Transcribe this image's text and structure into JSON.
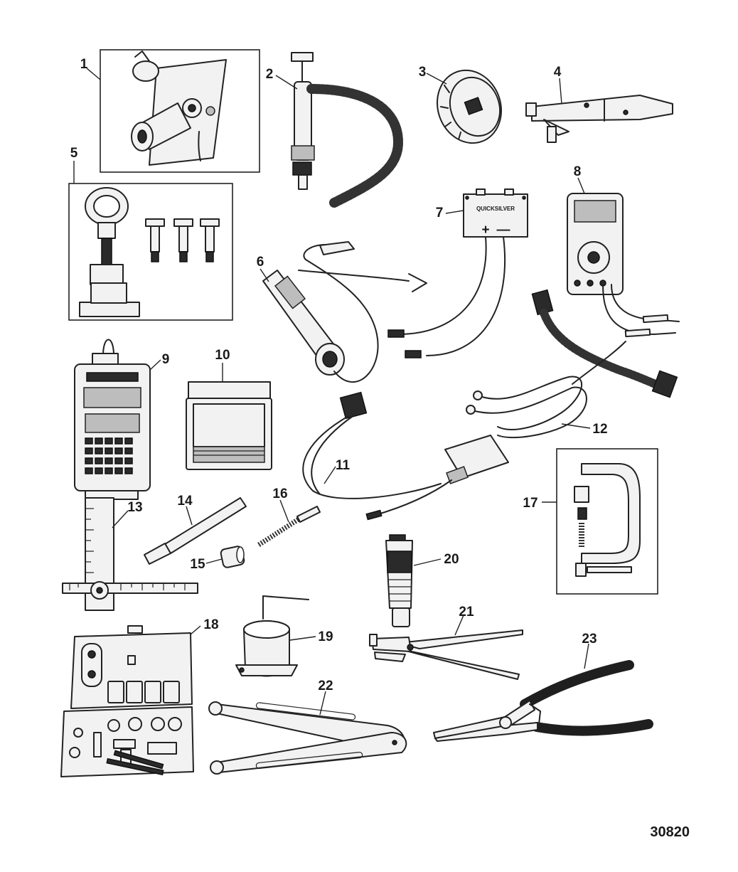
{
  "figure_number": "30820",
  "callouts": [
    {
      "id": "1",
      "text": "1"
    },
    {
      "id": "2",
      "text": "2"
    },
    {
      "id": "3",
      "text": "3"
    },
    {
      "id": "4",
      "text": "4"
    },
    {
      "id": "5",
      "text": "5"
    },
    {
      "id": "6",
      "text": "6"
    },
    {
      "id": "7",
      "text": "7"
    },
    {
      "id": "8",
      "text": "8"
    },
    {
      "id": "9",
      "text": "9"
    },
    {
      "id": "10",
      "text": "10"
    },
    {
      "id": "11",
      "text": "11"
    },
    {
      "id": "12",
      "text": "12"
    },
    {
      "id": "13",
      "text": "13"
    },
    {
      "id": "14",
      "text": "14"
    },
    {
      "id": "15",
      "text": "15"
    },
    {
      "id": "16",
      "text": "16"
    },
    {
      "id": "17",
      "text": "17"
    },
    {
      "id": "18",
      "text": "18"
    },
    {
      "id": "19",
      "text": "19"
    },
    {
      "id": "20",
      "text": "20"
    },
    {
      "id": "21",
      "text": "21"
    },
    {
      "id": "22",
      "text": "22"
    },
    {
      "id": "23",
      "text": "23"
    }
  ],
  "device_text": {
    "timing_light_brand": "QUICKSILVER",
    "box_polarity_plus": "+",
    "box_polarity_minus": "—"
  }
}
